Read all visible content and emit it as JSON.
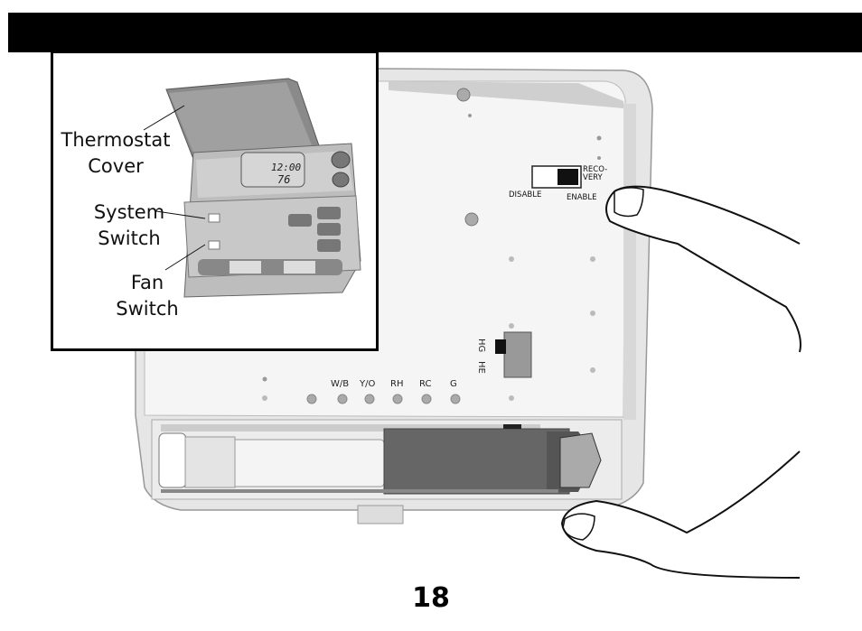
{
  "inset": {
    "label_cover": "Thermostat\nCover",
    "label_system": "System\nSwitch",
    "label_fan": "Fan\nSwitch",
    "lcd_time": "12:00",
    "lcd_temp": "76"
  },
  "board": {
    "recovery_label": "RECO-\nVERY",
    "disable_label": "DISABLE",
    "enable_label": "ENABLE",
    "hg_label": "HG",
    "he_label": "HE",
    "terminals": [
      "W/B",
      "Y/O",
      "RH",
      "RC",
      "G"
    ]
  },
  "page_number": "18"
}
